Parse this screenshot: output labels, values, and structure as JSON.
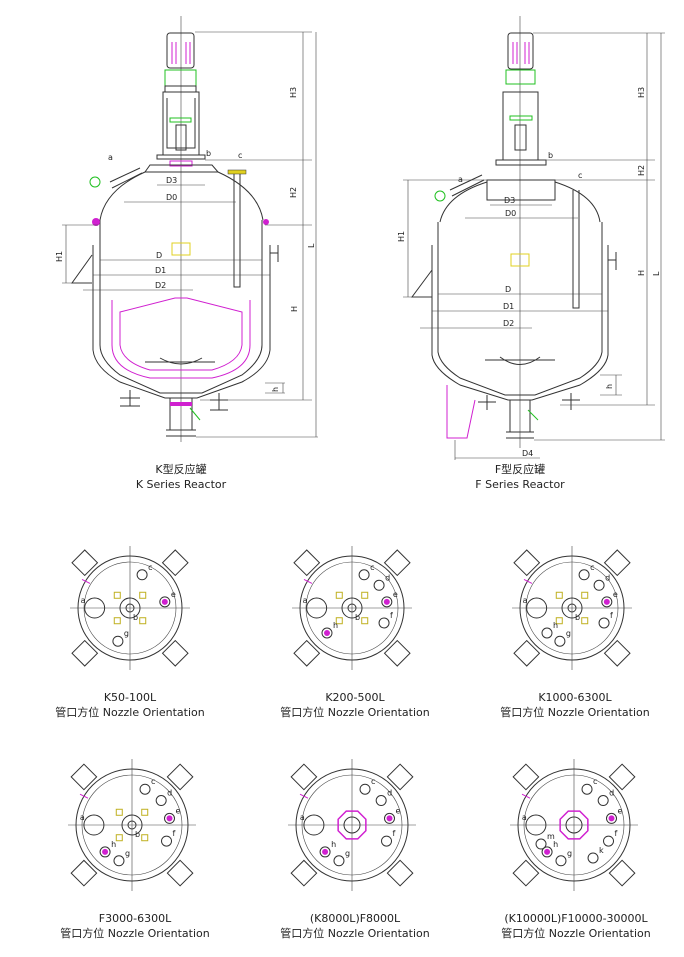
{
  "k_reactor": {
    "title_cn": "K型反应罐",
    "title_en": "K Series Reactor",
    "dims": {
      "H3": "H3",
      "H2": "H2",
      "H": "H",
      "L": "L",
      "H1": "H1",
      "h": "h",
      "D": "D",
      "D1": "D1",
      "D2": "D2",
      "D3": "D3",
      "D0": "D0",
      "a": "a",
      "b": "b",
      "c": "c"
    }
  },
  "f_reactor": {
    "title_cn": "F型反应罐",
    "title_en": "F Series Reactor",
    "dims": {
      "H3": "H3",
      "H2": "H2",
      "H": "H",
      "L": "L",
      "H1": "H1",
      "h": "h",
      "D": "D",
      "D1": "D1",
      "D2": "D2",
      "D3": "D3",
      "D0": "D0",
      "D4": "D4",
      "a": "a",
      "b": "b",
      "c": "c"
    }
  },
  "nozzle_plans": [
    {
      "model": "K50-100L",
      "caption": "管口方位 Nozzle Orientation",
      "labels": [
        "a",
        "b",
        "c",
        "e",
        "g"
      ]
    },
    {
      "model": "K200-500L",
      "caption": "管口方位 Nozzle Orientation",
      "labels": [
        "a",
        "b",
        "c",
        "d",
        "e",
        "f",
        "h"
      ]
    },
    {
      "model": "K1000-6300L",
      "caption": "管口方位 Nozzle Orientation",
      "labels": [
        "a",
        "b",
        "c",
        "d",
        "e",
        "f",
        "g",
        "h"
      ]
    },
    {
      "model": "F3000-6300L",
      "caption": "管口方位 Nozzle Orientation",
      "labels": [
        "a",
        "b",
        "c",
        "d",
        "e",
        "f",
        "g",
        "h"
      ]
    },
    {
      "model": "(K8000L)F8000L",
      "caption": "管口方位 Nozzle Orientation",
      "labels": [
        "a",
        "c",
        "d",
        "e",
        "f",
        "g",
        "h"
      ]
    },
    {
      "model": "(K10000L)F10000-30000L",
      "caption": "管口方位 Nozzle Orientation",
      "labels": [
        "a",
        "c",
        "d",
        "e",
        "f",
        "g",
        "h",
        "k",
        "m"
      ]
    }
  ],
  "colors": {
    "line": "#333333",
    "accent_magenta": "#d020d0",
    "accent_green": "#20c020",
    "accent_yellow": "#e0d020"
  }
}
